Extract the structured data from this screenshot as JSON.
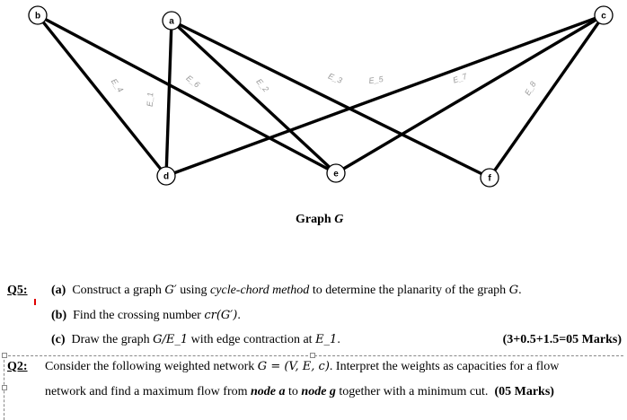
{
  "graph": {
    "caption_prefix": "Graph",
    "caption_var": "G",
    "nodes": [
      {
        "id": "b",
        "label": "b"
      },
      {
        "id": "a",
        "label": "a"
      },
      {
        "id": "c",
        "label": "c"
      },
      {
        "id": "d",
        "label": "d"
      },
      {
        "id": "e",
        "label": "e"
      },
      {
        "id": "f",
        "label": "f"
      }
    ],
    "edges": [
      {
        "from": "b",
        "to": "d",
        "label": "E_4"
      },
      {
        "from": "a",
        "to": "d",
        "label": "E_1"
      },
      {
        "from": "b",
        "to": "e",
        "label": "E_6"
      },
      {
        "from": "a",
        "to": "e",
        "label": "E_2"
      },
      {
        "from": "a",
        "to": "f",
        "label": "E_3"
      },
      {
        "from": "c",
        "to": "d",
        "label": "E_5"
      },
      {
        "from": "c",
        "to": "e",
        "label": "E_7"
      },
      {
        "from": "c",
        "to": "f",
        "label": "E_8"
      }
    ]
  },
  "q5": {
    "label": "Q5:",
    "a_label": "(a)",
    "a_text1": "Construct a graph ",
    "a_math1": "G′",
    "a_text2": " using ",
    "a_em": "cycle-chord method",
    "a_text3": " to determine the planarity of the graph ",
    "a_math2": "G",
    "a_text4": ".",
    "b_label": "(b)",
    "b_text1": "Find the crossing number ",
    "b_math": "cr(G′)",
    "b_text2": ".",
    "c_label": "(c)",
    "c_text1": "Draw the graph ",
    "c_math1": "G/E_1",
    "c_text2": " with edge contraction at ",
    "c_math2": "E_1",
    "c_text3": ".",
    "marks": "(3+0.5+1.5=05 Marks)"
  },
  "q2": {
    "label": "Q2:",
    "line1_text1": "Consider the following weighted network ",
    "line1_math": "G = (V, E, c)",
    "line1_text2": ". Interpret the weights as capacities for a flow",
    "line2_text1": "network and find a maximum flow from ",
    "node_a": "node a",
    "line2_text2": " to ",
    "node_g": "node g",
    "line2_text3": " together with a minimum cut.",
    "marks": "(05 Marks)"
  }
}
